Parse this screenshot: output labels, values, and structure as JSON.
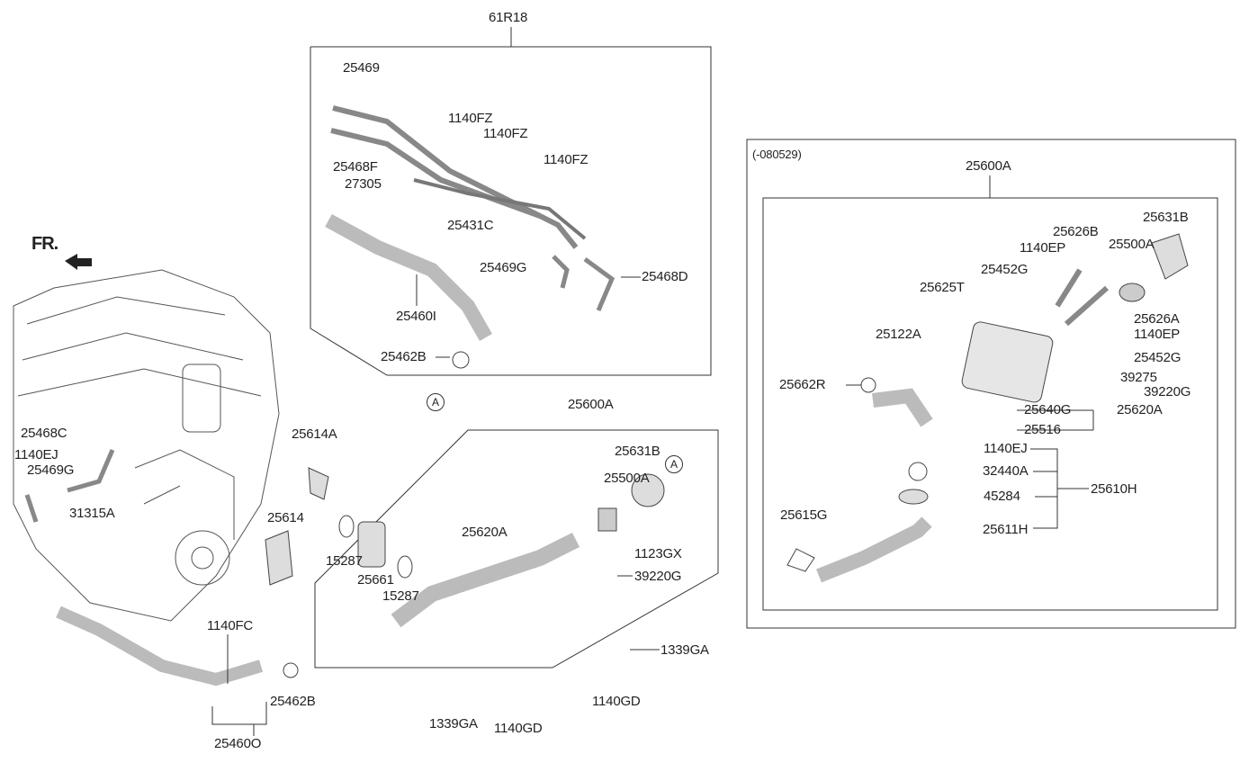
{
  "diagram": {
    "front_marker": "FR.",
    "ref_circle": "A",
    "variant_note": "(-080529)",
    "labels": [
      "61R18",
      "25469",
      "1140FZ",
      "1140FZ",
      "1140FZ",
      "25468F",
      "27305",
      "25431C",
      "25469G",
      "25468D",
      "25460I",
      "25462B",
      "25468C",
      "1140EJ",
      "25469G",
      "31315A",
      "25614A",
      "25614",
      "25600A",
      "25631B",
      "25500A",
      "25620A",
      "1123GX",
      "15287",
      "25661",
      "15287",
      "39220G",
      "1140FC",
      "1339GA",
      "25462B",
      "1140GD",
      "1339GA",
      "1140GD",
      "25460O",
      "25600A",
      "25631B",
      "25626B",
      "1140EP",
      "25500A",
      "25452G",
      "25625T",
      "25626A",
      "1140EP",
      "25122A",
      "25452G",
      "39275",
      "25662R",
      "39220G",
      "25640G",
      "25620A",
      "25516",
      "1140EJ",
      "32440A",
      "25610H",
      "45284",
      "25615G",
      "25611H"
    ]
  }
}
